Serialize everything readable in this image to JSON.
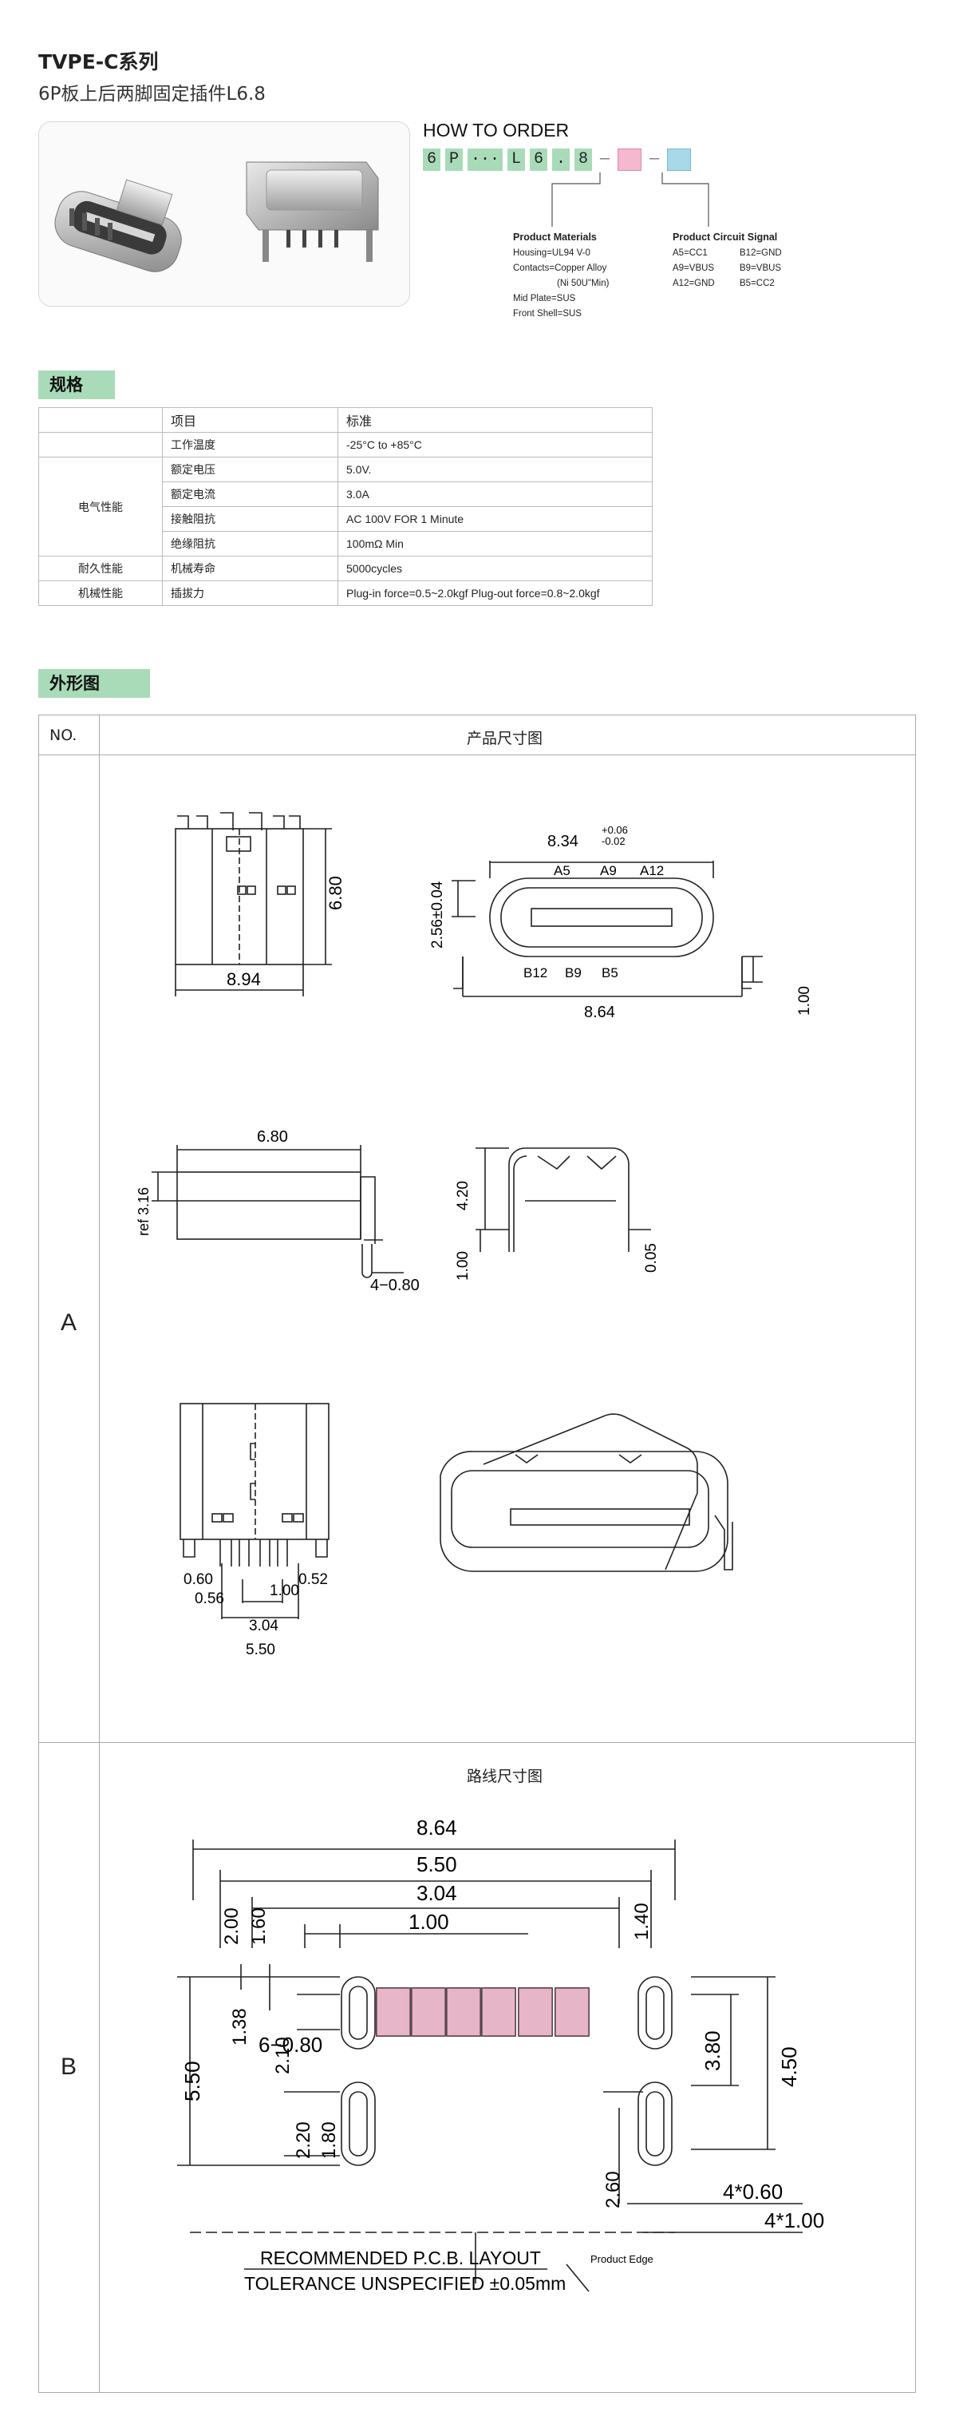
{
  "header": {
    "title": "TVPE-C系列",
    "subtitle": "6P板上后两脚固定插件L6.8"
  },
  "order": {
    "heading": "HOW TO ORDER",
    "code_parts": [
      "6",
      "P",
      "···",
      "L",
      "6",
      ".",
      "8"
    ],
    "dash1": "—",
    "dash2": "—",
    "materials_title": "Product Materials",
    "materials": [
      "Housing=UL94 V-0",
      "Contacts=Copper Alloy",
      "(Ni 50U\"Min)",
      "Mid Plate=SUS",
      "Front Shell=SUS"
    ],
    "signal_title": "Product Circuit Signal",
    "signals": [
      [
        "A5=CC1",
        "B12=GND"
      ],
      [
        "A9=VBUS",
        "B9=VBUS"
      ],
      [
        "A12=GND",
        "B5=CC2"
      ]
    ]
  },
  "spec": {
    "section": "规格",
    "headers": [
      "项目",
      "标准"
    ],
    "groups": {
      "electrical": "电气性能",
      "durability": "耐久性能",
      "mechanical": "机械性能"
    },
    "rows": [
      {
        "item": "工作温度",
        "value": "-25°C to +85°C"
      },
      {
        "item": "额定电压",
        "value": "5.0V."
      },
      {
        "item": "额定电流",
        "value": "3.0A"
      },
      {
        "item": "接触阻抗",
        "value": "AC 100V FOR 1 Minute"
      },
      {
        "item": "绝缘阻抗",
        "value": "100mΩ Min"
      },
      {
        "item": "机械寿命",
        "value": "5000cycles"
      },
      {
        "item": "插拔力",
        "value": "Plug-in force=0.5~2.0kgf     Plug-out force=0.8~2.0kgf"
      }
    ]
  },
  "drawing": {
    "section": "外形图",
    "col_no": "NO.",
    "col_title": "产品尺寸图",
    "row_a": "A",
    "row_b": "B",
    "b_title": "路线尺寸图",
    "dims": {
      "d894": "8.94",
      "d680": "6.80",
      "d834": "8.34",
      "tol_up": "+0.06",
      "tol_dn": "-0.02",
      "a5": "A5",
      "a9": "A9",
      "a12": "A12",
      "b12": "B12",
      "b9": "B9",
      "b5": "B5",
      "d256": "2.56±0.04",
      "d864": "8.64",
      "d100": "1.00",
      "d680b": "6.80",
      "ref316": "ref 3.16",
      "d4080": "4−0.80",
      "d420": "4.20",
      "d100b": "1.00",
      "d005": "0.05",
      "d060": "0.60",
      "d056": "0.56",
      "d052": "0.52",
      "d304": "3.04",
      "d100c": "1.00",
      "d550": "5.50",
      "p864": "8.64",
      "p550": "5.50",
      "p304": "3.04",
      "p100": "1.00",
      "p140": "1.40",
      "p200": "2.00",
      "p160": "1.60",
      "p138": "1.38",
      "p210": "2.10",
      "p6080": "6−0.80",
      "p550v": "5.50",
      "p380": "3.80",
      "p450": "4.50",
      "p220": "2.20",
      "p180": "1.80",
      "p260": "2.60",
      "p4060": "4*0.60",
      "p4100": "4*1.00",
      "layout": "RECOMMENDED    P.C.B.  LAYOUT",
      "tolerance": "TOLERANCE  UNSPECIFIED  ±0.05mm",
      "edge": "Product Edge"
    }
  }
}
